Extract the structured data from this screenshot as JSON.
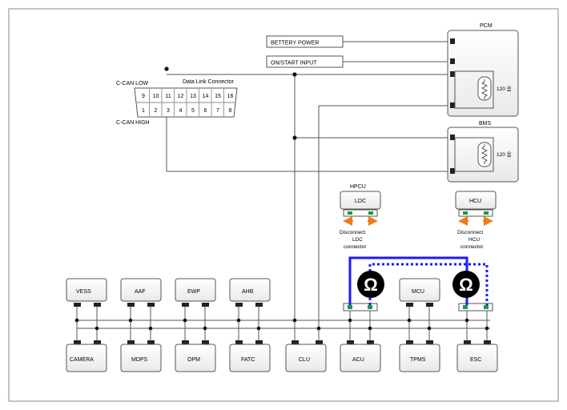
{
  "inputs": {
    "battery_power": "BETTERY POWER",
    "ign_start": "ON/START INPUT"
  },
  "dlc": {
    "title": "Data Link Connector",
    "label_low": "C-CAN LOW",
    "label_high": "C-CAN HIGH",
    "top_pins": [
      "9",
      "10",
      "11",
      "12",
      "13",
      "14",
      "15",
      "16"
    ],
    "bottom_pins": [
      "1",
      "2",
      "3",
      "4",
      "5",
      "6",
      "7",
      "8"
    ]
  },
  "pcm": {
    "label": "PCM",
    "resistor": "120 옴"
  },
  "bms": {
    "label": "BMS",
    "resistor": "120 옴"
  },
  "hpcu": {
    "group": "HPCU",
    "ldc": "LDC",
    "hcu": "HCU",
    "ldc_note": [
      "Disconnect",
      "LDC",
      "connector"
    ],
    "hcu_note": [
      "Disconnect",
      "HCU",
      "connector"
    ]
  },
  "ohm_symbol": "Ω",
  "top_modules": [
    "VESS",
    "AAF",
    "EWP",
    "AHB"
  ],
  "mcu": "MCU",
  "bottom_modules": [
    "CAMERA",
    "MDPS",
    "OPM",
    "FATC",
    "CLU",
    "ACU",
    "TPMS",
    "ESC"
  ],
  "colors": {
    "wire": "#555555",
    "probe": "#1a1aff",
    "pin_green": "#1d9a3a",
    "arrow": "#f07a1a"
  }
}
